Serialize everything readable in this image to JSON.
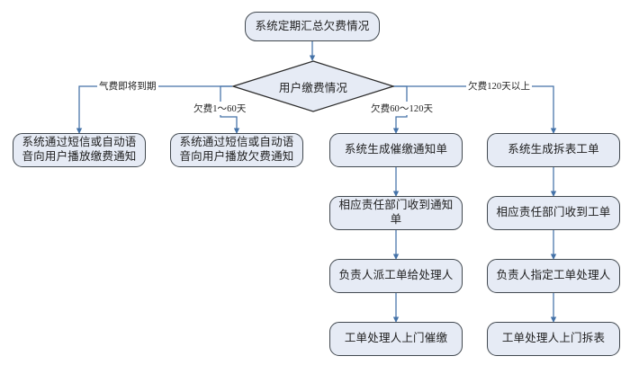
{
  "diagram": {
    "title_node": {
      "label": "系统定期汇总欠费情况"
    },
    "decision": {
      "label": "用户缴费情况"
    },
    "edge_labels": {
      "branch1": "气费即将到期",
      "branch2": "欠费1～60天",
      "branch3": "欠费60～120天",
      "branch4": "欠费120天以上"
    },
    "columns": [
      {
        "name": "column-1",
        "steps": [
          {
            "label": "系统通过短信或自动语音向用户播放缴费通知"
          }
        ]
      },
      {
        "name": "column-2",
        "steps": [
          {
            "label": "系统通过短信或自动语音向用户播放欠费通知"
          }
        ]
      },
      {
        "name": "column-3",
        "steps": [
          {
            "label": "系统生成催缴通知单"
          },
          {
            "label": "相应责任部门收到通知单"
          },
          {
            "label": "负责人派工单给处理人"
          },
          {
            "label": "工单处理人上门催缴"
          }
        ]
      },
      {
        "name": "column-4",
        "steps": [
          {
            "label": "系统生成拆表工单"
          },
          {
            "label": "相应责任部门收到工单"
          },
          {
            "label": "负责人指定工单处理人"
          },
          {
            "label": "工单处理人上门拆表"
          }
        ]
      }
    ],
    "colors": {
      "node_fill": "#e6ebf5",
      "node_border": "#41484f",
      "connector": "#4472a8",
      "background": "#ffffff",
      "text": "#1d1d1d"
    }
  }
}
